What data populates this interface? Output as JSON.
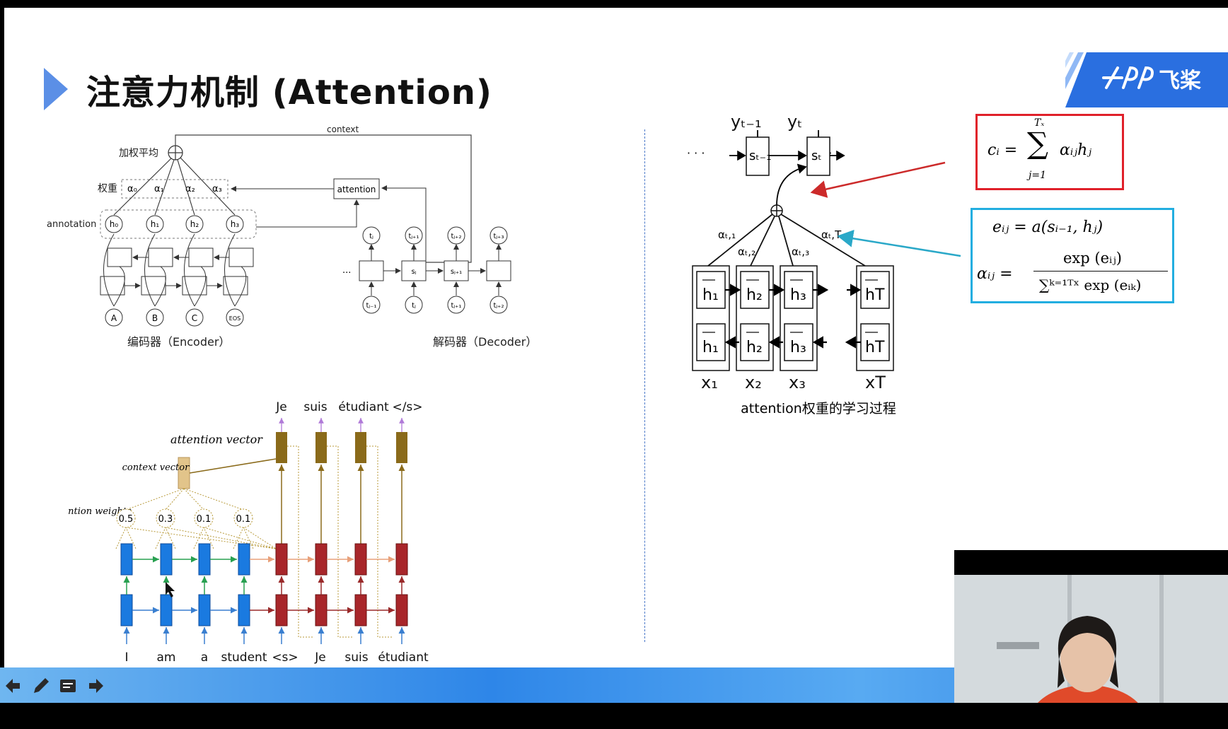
{
  "slide": {
    "title": "注意力机制 (Attention)",
    "logo_text": "飞桨",
    "colors": {
      "accent_blue": "#5b8fe6",
      "logo_blue": "#2a6fe0",
      "red_box": "#e0202a",
      "cyan_box": "#22aee0"
    }
  },
  "encoder_decoder": {
    "context_label": "context",
    "weighted_avg_label": "加权平均",
    "weights_label": "权重",
    "alpha_labels": [
      "α₀",
      "α₁",
      "α₂",
      "α₃"
    ],
    "annotation_label": "annotation",
    "h_labels": [
      "h₀",
      "h₁",
      "h₂",
      "h₃"
    ],
    "attention_box": "attention",
    "inputs": [
      "A",
      "B",
      "C",
      "EOS"
    ],
    "encoder_caption": "编码器（Encoder）",
    "decoder_caption": "解码器（Decoder）",
    "dec_out": [
      "tⱼ",
      "tⱼ₊₁",
      "tⱼ₊₂",
      "tⱼ₊₃"
    ],
    "dec_in": [
      "tⱼ₋₁",
      "tⱼ",
      "tⱼ₊₁",
      "tⱼ₊₂"
    ],
    "dec_states": [
      "sⱼ",
      "sⱼ₊₁"
    ],
    "ellipsis": "..."
  },
  "nmt": {
    "outputs": [
      "Je",
      "suis",
      "étudiant",
      "</s>"
    ],
    "attention_vector_label": "attention vector",
    "context_vector_label": "context vector",
    "attention_weights_label": "attention weights",
    "weights": [
      "0.5",
      "0.3",
      "0.1",
      "0.1"
    ],
    "inputs": [
      "I",
      "am",
      "a",
      "student",
      "<s>",
      "Je",
      "suis",
      "étudiant"
    ]
  },
  "bi_rnn": {
    "y_labels": [
      "yₜ₋₁",
      "yₜ"
    ],
    "s_labels": [
      "sₜ₋₁",
      "sₜ"
    ],
    "alpha_labels": [
      "αₜ,₁",
      "αₜ,₂",
      "αₜ,₃",
      "αₜ,T"
    ],
    "fwd_h": [
      "h₁",
      "h₂",
      "h₃",
      "hT"
    ],
    "bwd_h": [
      "h₁",
      "h₂",
      "h₃",
      "hT"
    ],
    "x_labels": [
      "x₁",
      "x₂",
      "x₃",
      "xT"
    ],
    "caption": "attention权重的学习过程",
    "dots": "· · ·"
  },
  "formulas": {
    "c_formula_lhs": "cᵢ =",
    "c_formula_sum_top": "Tₓ",
    "c_formula_sum_bottom": "j=1",
    "c_formula_rhs": "αᵢⱼhⱼ",
    "e_formula": "eᵢⱼ = a(sᵢ₋₁, hⱼ)",
    "alpha_lhs": "αᵢⱼ =",
    "alpha_num": "exp (eᵢⱼ)",
    "alpha_den": "∑ᵏ⁼¹ᵀˣ exp (eᵢₖ)"
  }
}
